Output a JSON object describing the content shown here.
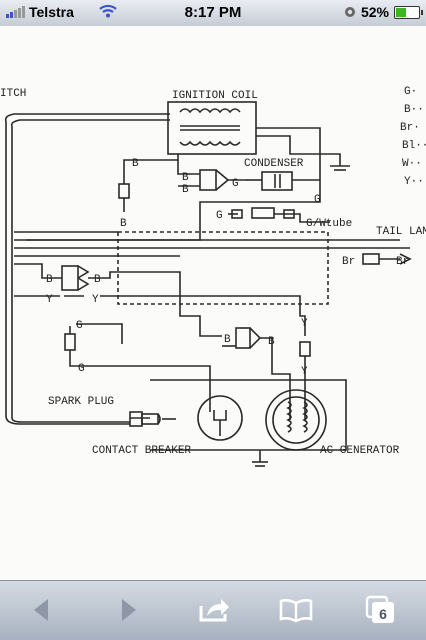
{
  "status": {
    "carrier": "Telstra",
    "time": "8:17 PM",
    "battery_percent": "52",
    "battery_percent_suffix": "%",
    "battery_level": 0.52,
    "signal_bars": 2
  },
  "diagram": {
    "labels": {
      "switch_partial": "ITCH",
      "ignition_coil": "IGNITION COIL",
      "condenser": "CONDENSER",
      "tail_lamp_partial": "TAIL LAM",
      "spark_plug": "SPARK PLUG",
      "contact_breaker": "CONTACT BREAKER",
      "ac_generator": "AC GENERATOR",
      "g_wtube": "G/Wtube"
    },
    "wire_codes": {
      "b": "B",
      "g": "G",
      "y": "Y",
      "br": "Br"
    },
    "legend_partial": [
      "G·",
      "B··",
      "Br·",
      "Bl··",
      "W··",
      "Y··"
    ]
  },
  "toolbar": {
    "tab_count": "6",
    "icons": [
      "back-arrow-icon",
      "forward-arrow-icon",
      "share-icon",
      "bookmarks-icon",
      "tabs-icon"
    ]
  },
  "colors": {
    "wire": "#2a2a2a",
    "status_bar_top": "#e9edf2",
    "toolbar_bottom": "#a7b1bf"
  }
}
